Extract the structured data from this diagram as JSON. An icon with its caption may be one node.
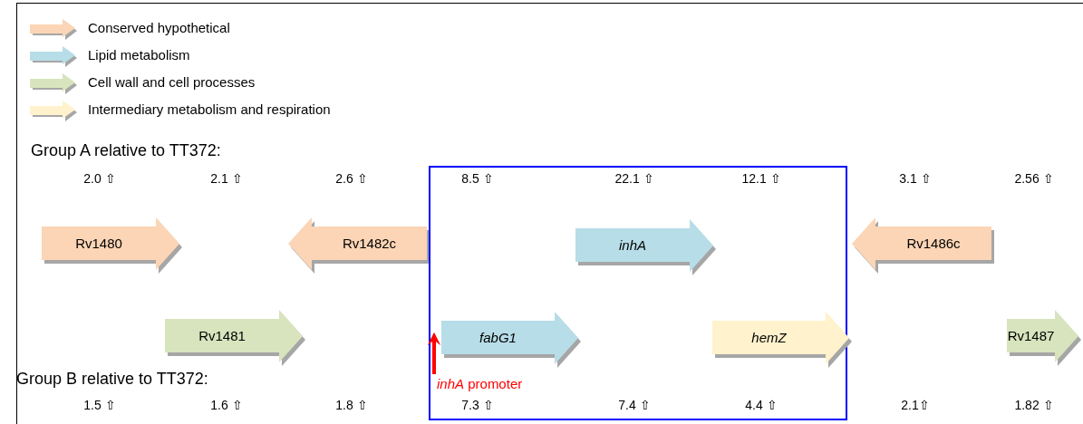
{
  "diagram": {
    "nodes": [
      {
        "text": [
          "Rv1480"
        ]
      },
      {
        "text": [
          "Rv1482c"
        ]
      },
      {
        "text": [],
        "shape": "box"
      },
      {
        "text": [
          "inhA"
        ],
        "in": 2
      },
      {
        "text": [
          "Rv1486c"
        ]
      },
      {
        "text": [
          "Rv1481"
        ]
      },
      {
        "text": [
          "fabG1"
        ],
        "in": 2
      },
      {
        "text": [
          "hemZ"
        ],
        "in": 2
      },
      {
        "text": [
          "Rv1487"
        ]
      },
      {
        "text": [
          "*inhA* promoter"
        ],
        "in": 2
      }
    ],
    "edges": [
      {
        "from": 9,
        "to": 6,
        "arrow": "to",
        "color": "#ff0000"
      }
    ],
    "labels": [
      "Group A relative to TT372:",
      "2.0 ⇧",
      "2.1 ⇧",
      "2.6 ⇧",
      "8.5 ⇧",
      "22.1 ⇧",
      "12.1 ⇧",
      "3.1 ⇧",
      "2.56 ⇧",
      "Group B relative to TT372:",
      "1.5 ⇧",
      "1.6 ⇧",
      "1.8 ⇧",
      "7.3 ⇧",
      "7.4 ⇧",
      "4.4 ⇧",
      "2.1⇧",
      "1.82 ⇧"
    ],
    "legend": [
      {
        "text": "Conserved hypothetical",
        "color": "#fbd5b5"
      },
      {
        "text": "Lipid metabolism",
        "color": "#b7dde8"
      },
      {
        "text": "Cell wall and cell processes",
        "color": "#d7e4bd"
      },
      {
        "text": "Intermediary metabolism and respiration",
        "color": "#fff2cc"
      }
    ]
  }
}
